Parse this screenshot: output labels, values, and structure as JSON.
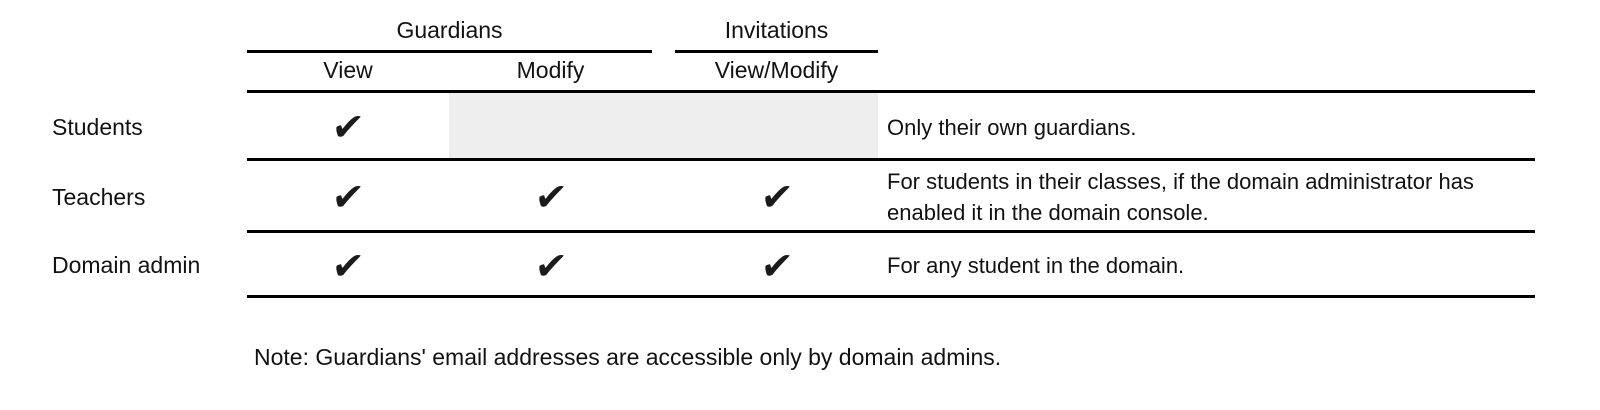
{
  "table": {
    "group_headers": [
      {
        "label": "Guardians",
        "spans_columns": [
          "View",
          "Modify"
        ]
      },
      {
        "label": "Invitations",
        "spans_columns": [
          "View/Modify"
        ]
      }
    ],
    "columns": [
      "View",
      "Modify",
      "View/Modify"
    ],
    "check_glyph": "✔",
    "rows": [
      {
        "label": "Students",
        "checks": {
          "view": true,
          "modify": false,
          "view_modify": false
        },
        "disabled_region": true,
        "note": "Only their own guardians."
      },
      {
        "label": "Teachers",
        "checks": {
          "view": true,
          "modify": true,
          "view_modify": true
        },
        "disabled_region": false,
        "note": "For students in their classes, if the domain administrator has enabled it in the domain console."
      },
      {
        "label": "Domain admin",
        "checks": {
          "view": true,
          "modify": true,
          "view_modify": true
        },
        "disabled_region": false,
        "note": "For any student in the domain."
      }
    ]
  },
  "footnote": "Note: Guardians' email addresses are accessible only by domain admins.",
  "colors": {
    "text": "#121212",
    "rule": "#000000",
    "disabled_cell": "#eeeeee",
    "background": "#ffffff"
  }
}
